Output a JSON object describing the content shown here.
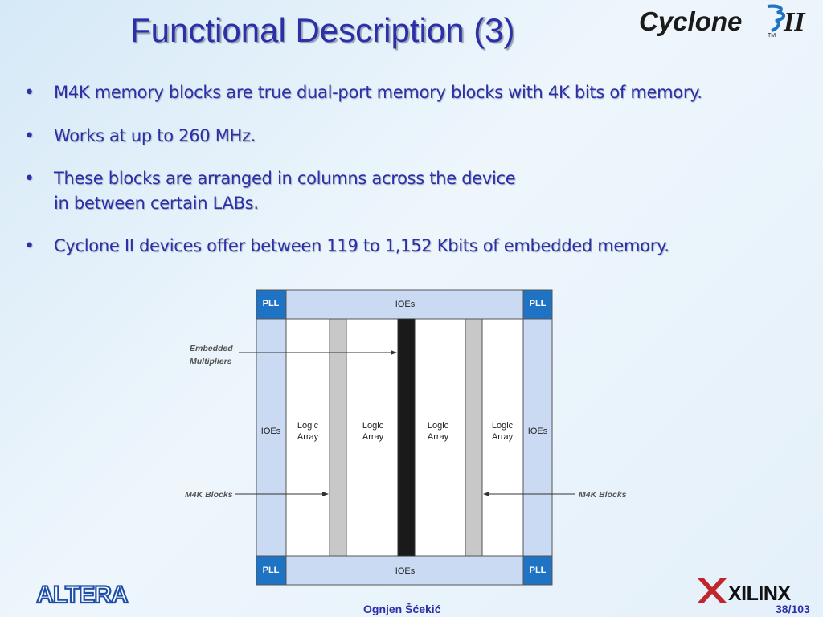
{
  "title": "Functional Description (3)",
  "bullets": [
    "M4K memory blocks are true dual-port memory blocks with 4K bits of memory.",
    "Works at up to 260 MHz.",
    "These blocks are arranged in columns across the device\nin between certain LABs.",
    "Cyclone II devices offer between 119 to 1,152 Kbits of embedded memory."
  ],
  "bullet_symbol": "•",
  "diagram": {
    "pll_label": "PLL",
    "ioes_label": "IOEs",
    "logic_array_line1": "Logic",
    "logic_array_line2": "Array",
    "embedded_line1": "Embedded",
    "embedded_line2": "Multipliers",
    "m4k_blocks": "M4K Blocks"
  },
  "logos": {
    "cyclone_text": "Cyclone",
    "cyclone_roman": "II",
    "cyclone_tm": "TM",
    "altera_text": "ALTERA",
    "xilinx_text": "XILINX"
  },
  "footer": {
    "author": "Ognjen Šćekić",
    "page": "38/103"
  },
  "colors": {
    "title": "#2b2fa8",
    "pll": "#1e73c4",
    "ioe": "#c9daf2",
    "m4k": "#c8c8c8",
    "embedded": "#1a1a1a",
    "xilinx_red": "#c0272d"
  }
}
